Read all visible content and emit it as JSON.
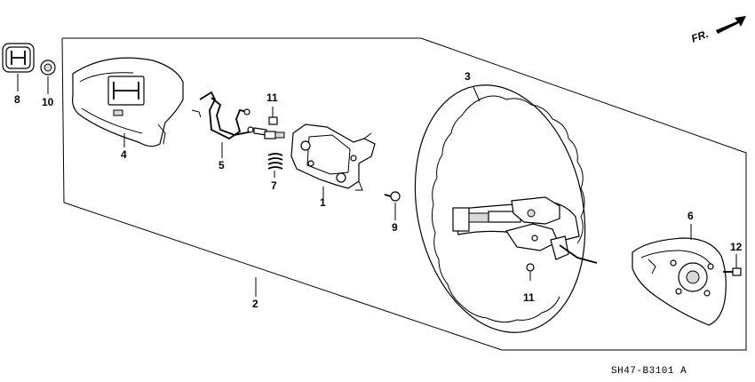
{
  "callouts": {
    "c1": "1",
    "c2": "2",
    "c3": "3",
    "c4": "4",
    "c5": "5",
    "c6": "6",
    "c7": "7",
    "c8": "8",
    "c9": "9",
    "c10": "10",
    "c11a": "11",
    "c11b": "11",
    "c12": "12"
  },
  "direction_label": "FR.",
  "diagram_code": "SH47-B3101 A"
}
